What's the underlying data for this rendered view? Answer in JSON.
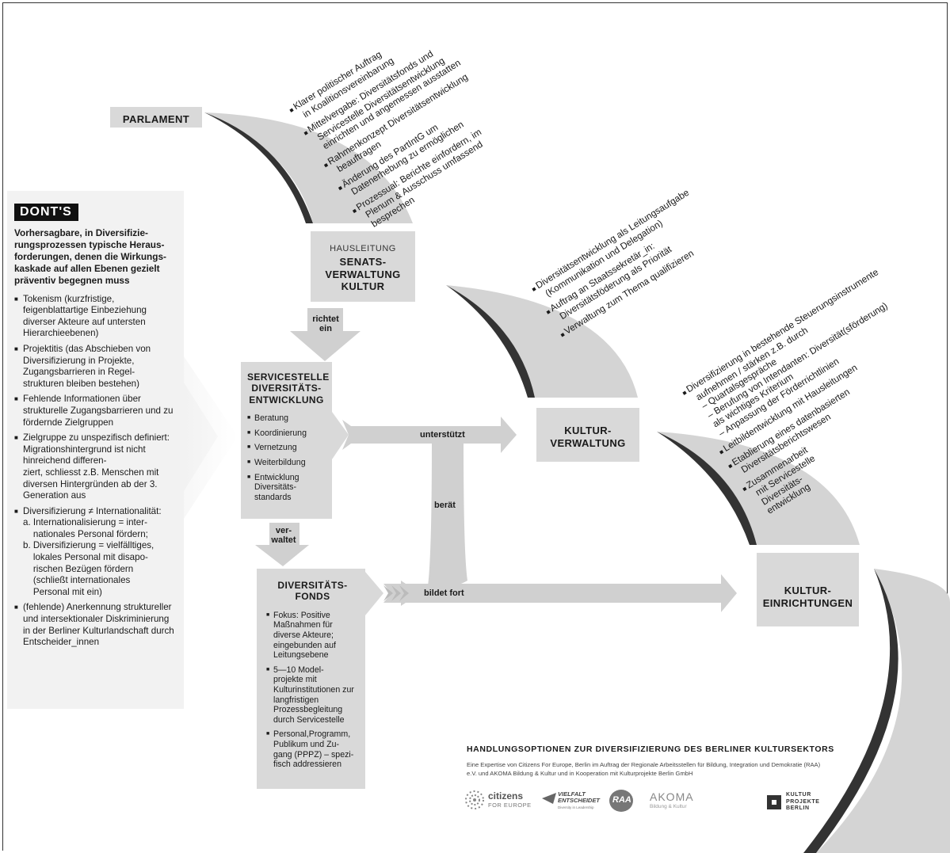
{
  "nodes": {
    "parlament": "PARLAMENT",
    "hausleitung_small": "HAUSLEITUNG",
    "hausleitung_main": "SENATS-\nVERWALTUNG\nKULTUR",
    "servicestelle_title": "SERVICESTELLE\nDIVERSITÄTS-\nENTWICKLUNG",
    "servicestelle_items": [
      "Beratung",
      "Koordinierung",
      "Vernetzung",
      "Weiterbildung",
      "Entwicklung Diversitäts-\nstandards"
    ],
    "fonds_title": "DIVERSITÄTS-\nFONDS",
    "fonds_items": [
      "Fokus: Positive Maßnahmen für diverse Akteure; eingebunden auf Leitungsebene",
      "5—10 Model-\nprojekte mit Kulturinstitutionen zur langfristigen Prozessbegleitung durch Servicestelle",
      "Personal,Programm, Publikum und Zu-\ngang (PPPZ) – spezi-\nfisch addressieren"
    ],
    "kulturverwaltung": "KULTUR-\nVERWALTUNG",
    "kultureinrichtungen": "KULTUR-\nEINRICHTUNGEN"
  },
  "arrows": {
    "richtet_ein": "richtet\nein",
    "verwaltet": "ver-\nwaltet",
    "unterstuetzt": "unterstützt",
    "beraet": "berät",
    "bildet_fort": "bildet fort"
  },
  "parlament_items": [
    [
      "Klarer politischer Auftrag",
      "in Koalitionsvereinbarung"
    ],
    [
      "Mittelvergabe: Diversitätsfonds und",
      "Servicestelle Diversitätsentwicklung",
      "einrichten und angemessen ausstatten"
    ],
    [
      "Rahmenkonzept Diversitätsentwicklung",
      "beauftragen"
    ],
    [
      "Änderung des PartIntG um",
      "Datenerhebung zu ermöglichen"
    ],
    [
      "Prozessual: Berichte einfordern, im",
      "Plenum & Ausschuss umfassend",
      "besprechen"
    ]
  ],
  "senat_items": [
    [
      "Diversitätsentwicklung als Leitungsaufgabe",
      "(Kommunikation und Delegation)"
    ],
    [
      "Auftrag an Staatssekretär_in:",
      "Diversitätsföderung als Priorität"
    ],
    [
      "Verwaltung zum Thema qualifizieren"
    ]
  ],
  "kulturverwaltung_items": [
    [
      "Diversifizierung in bestehende Steuerungsinstrumente",
      "aufnehmen / stärken z.B. durch",
      "– Quartalsgespräche",
      "– Berufung von Intendanten: Diversität(sförderung)",
      "als wichtiges Kriterium",
      "– Anpassung der Förderrichtlinien"
    ],
    [
      "Leitbildentwicklung mit Hausleitungen"
    ],
    [
      "Etablierung eines datenbasierten",
      "Diversitätsberichtswesen"
    ],
    [
      "Zusammenarbeit",
      "mit Servicestelle",
      "Diversitäts-",
      "entwicklung"
    ]
  ],
  "donts": {
    "badge": "DONT'S",
    "intro": "Vorhersagbare, in Diversifizie-\nrungsprozessen typische Heraus-\nforderungen, denen die Wirkungs-\nkaskade auf allen Ebenen gezielt\npräventiv begegnen muss",
    "items": [
      "Tokenism (kurzfristige, feigenblattartige Einbeziehung diverser Akteure auf untersten Hierarchieebenen)",
      "Projektitis (das Abschieben von Diversifizierung in Projekte, Zugangsbarrieren in Regel-\nstrukturen bleiben bestehen)",
      "Fehlende Informationen über strukturelle Zugangsbarrieren und zu fördernde  Zielgruppen",
      "Zielgruppe zu unspezifisch definiert: Migrationshintergrund ist nicht hinreichend differen-\nziert, schliesst z.B. Menschen mit diversen Hintergründen ab der 3. Generation aus",
      "Diversifizierung ≠ Internationalität:\na. Internationalisierung = inter-\n    nationales Personal fördern;\nb. Diversifizierung = vielfälltiges,\n    lokales Personal mit disapo-\n    rischen Bezügen fördern\n    (schließt internationales\n    Personal mit ein)",
      "(fehlende) Anerkennung struktureller und intersektionaler Diskriminierung in der Berliner Kulturlandschaft durch Entscheider_innen"
    ]
  },
  "footer": {
    "title": "HANDLUNGSOPTIONEN ZUR DIVERSIFIZIERUNG DES BERLINER KULTURSEKTORS",
    "subtitle": "Eine Expertise von Citizens For Europe, Berlin im Auftrag der Regionale Arbeitsstellen für Bildung, Integration und Demokratie (RAA) e.V. und AKOMA Bildung & Kultur und in Kooperation mit Kulturprojekte Berlin GmbH",
    "logos": {
      "citizens": "citizens",
      "citizens_sub": "FOR EUROPE",
      "vielfalt": "VIELFALT\nENTSCHEIDET",
      "vielfalt_sub": "Diversity in Leadership",
      "raa": "RAA",
      "akoma": "AKOMA",
      "akoma_sub": "Bildung & Kultur",
      "kulturprojekte": "KULTUR\nPROJEKTE\nBERLIN"
    }
  },
  "colors": {
    "box": "#d9d9d9",
    "sweep": "#d4d4d4",
    "sweep_edge": "#333333",
    "arrow": "#d0d0d0",
    "sidebar": "#f2f2f2"
  }
}
